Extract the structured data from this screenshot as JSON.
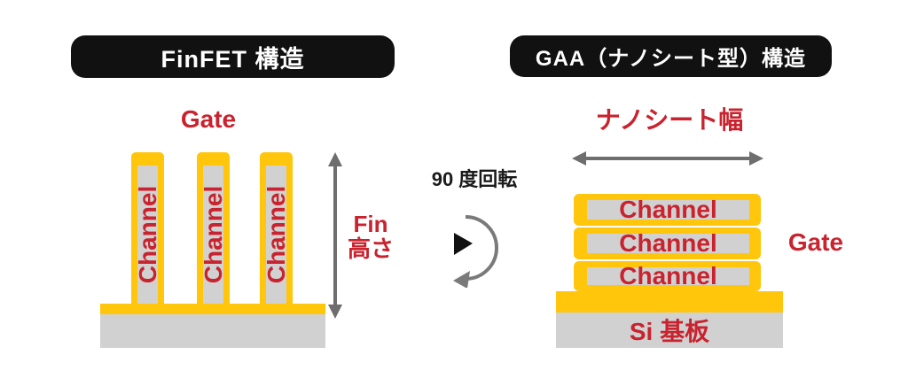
{
  "colors": {
    "yellow": "#ffc60b",
    "gray": "#d1d1d1",
    "red": "#c8232e",
    "badge_black": "#111111",
    "arrow_gray": "#6e6e6e",
    "background": "#ffffff"
  },
  "left": {
    "title": "FinFET 構造",
    "gate_label": "Gate",
    "fin_height_line1": "Fin",
    "fin_height_line2": "高さ",
    "fins": [
      {
        "label": "Channel"
      },
      {
        "label": "Channel"
      },
      {
        "label": "Channel"
      }
    ]
  },
  "middle": {
    "rotation_label": "90 度回転"
  },
  "right": {
    "title": "GAA（ナノシート型）構造",
    "width_label": "ナノシート幅",
    "gate_label": "Gate",
    "substrate_label": "Si 基板",
    "channels": [
      {
        "label": "Channel"
      },
      {
        "label": "Channel"
      },
      {
        "label": "Channel"
      }
    ]
  }
}
